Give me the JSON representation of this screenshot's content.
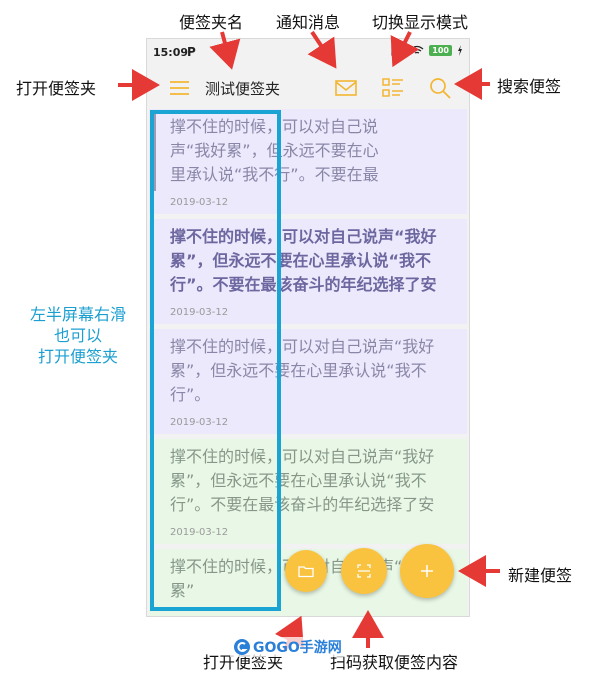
{
  "statusbar": {
    "time": "15:09",
    "p_label": "P",
    "battery": "100"
  },
  "toolbar": {
    "folder_name": "测试便签夹"
  },
  "notes": [
    {
      "lines": [
        "撑不住的时候，可以对自己说",
        "声“我好累”，但永远不要在心",
        "里承认说“我不行”。不要在最"
      ],
      "date": "2019-03-12",
      "color": "purple"
    },
    {
      "lines": [
        "撑不住的时候，可以对自己说声“我好",
        "累”，但永远不要在心里承认说“我不",
        "行”。不要在最该奋斗的年纪选择了安"
      ],
      "date": "2019-03-12",
      "color": "purple"
    },
    {
      "lines": [
        "撑不住的时候，可以对自己说声“我好",
        "累”，但永远不要在心里承认说“我不",
        "行”。"
      ],
      "date": "2019-03-12",
      "color": "purple"
    },
    {
      "lines": [
        "撑不住的时候，可以对自己说声“我好",
        "累”，但永远不要在心里承认说“我不",
        "行”。不要在最该奋斗的年纪选择了安"
      ],
      "date": "2019-03-12",
      "color": "green"
    },
    {
      "lines": [
        "撑不住的时候，可以对自己说声“我好",
        "累”"
      ],
      "date": "2019-03-12",
      "color": "green"
    }
  ],
  "annotations": {
    "folder_name": "便签夹名",
    "notifications": "通知消息",
    "toggle_display": "切换显示模式",
    "open_folder": "打开便签夹",
    "search": "搜索便签",
    "swipe_hint": [
      "左半屏幕右滑",
      "也可以",
      "打开便签夹"
    ],
    "new_note": "新建便签",
    "open_folder_bottom": "打开便签夹",
    "scan": "扫码获取便签内容"
  },
  "watermark": {
    "text": "GOGO手游网"
  },
  "colors": {
    "accent": "#f9c33f",
    "highlight": "#1aa4d4",
    "arrow": "#e53935"
  },
  "icons": [
    "menu-icon",
    "mail-icon",
    "view-toggle-icon",
    "search-icon",
    "folder-icon",
    "scan-icon",
    "plus-icon"
  ]
}
